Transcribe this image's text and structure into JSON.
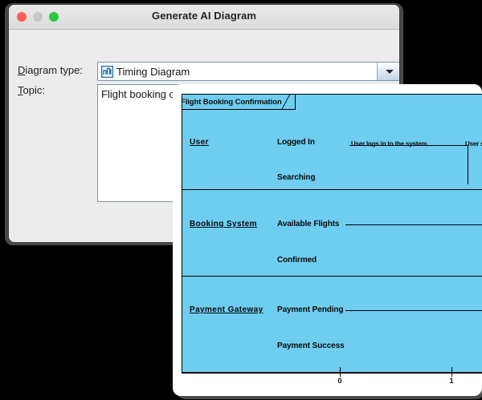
{
  "dialog": {
    "title": "Generate AI Diagram",
    "traffic_lights": [
      {
        "name": "close",
        "color": "#ff5f57"
      },
      {
        "name": "minimize",
        "color": "#c6c6c6"
      },
      {
        "name": "maximize",
        "color": "#28c840"
      }
    ],
    "fields": {
      "diagram_type": {
        "label_mnemonic": "D",
        "label_rest": "iagram type:",
        "icon": "timing-diagram-icon",
        "value": "Timing Diagram"
      },
      "topic": {
        "label_mnemonic": "T",
        "label_rest": "opic:",
        "value": "Flight booking confirmation",
        "placeholder": ""
      }
    }
  },
  "diagram": {
    "frame_title": "Flight Booking Confirmation",
    "background_color": "#6fcdf0",
    "lanes": [
      {
        "name": "User",
        "states": [
          "Logged In",
          "Searching"
        ]
      },
      {
        "name": "Booking System",
        "states": [
          "Available Flights",
          "Confirmed"
        ]
      },
      {
        "name": "Payment Gateway",
        "states": [
          "Payment Pending",
          "Payment Success"
        ]
      }
    ],
    "messages": [
      "User logs in to the system",
      "User sea"
    ],
    "axis": {
      "ticks": [
        {
          "label": "0"
        },
        {
          "label": "1"
        }
      ]
    }
  }
}
